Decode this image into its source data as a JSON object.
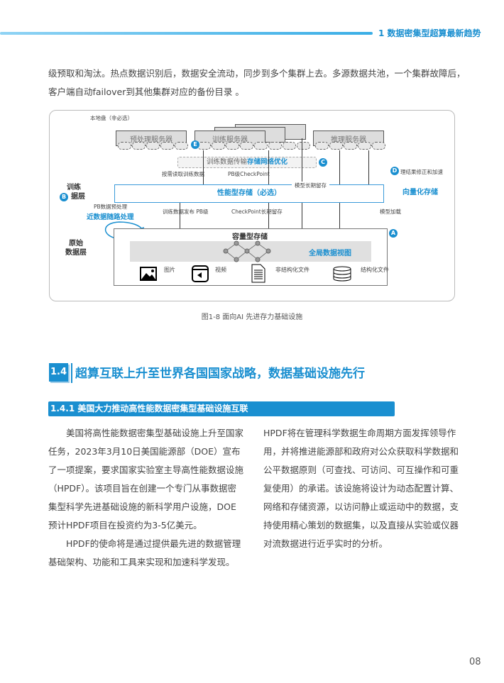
{
  "header": {
    "title": "1 数据密集型超算最新趋势"
  },
  "intro": [
    "级预取和淘汰。热点数据识别后，数据安全流动，同步到多个集群上去。多源数据共池，一个集群故障后，",
    "客户端自动failover到其他集群对应的备份目录 。"
  ],
  "figure": {
    "local_disk": "本地盘（非必选）",
    "preprocess_server": "预处理服务器",
    "training_server": "训练服务器",
    "inference_server": "推理服务器",
    "network_opt_a": "训练数据传输",
    "network_opt_b": "存储网络优化",
    "read_on_demand": "按需读取训练数据",
    "pb_checkpoint": "PB级CheckPoint",
    "inference_fix": "理结果修正和加速",
    "model_retention": "模型长期留存",
    "perf_storage": "性能型存储（必选）",
    "vector_storage": "向量化存储",
    "training_layer": [
      "训练",
      "据层"
    ],
    "pb_preprocess": "PB数据预处理",
    "near_data": "近数据随路处理",
    "train_publish": "训练数据发布 PB级",
    "checkpoint_retention": "CheckPoint长期留存",
    "model_load": "模型加载",
    "raw_layer": [
      "原始",
      "数据层"
    ],
    "capacity_storage": "容量型存储",
    "global_view": "全局数据视图",
    "types": [
      "图片",
      "视频",
      "非结构化文件",
      "结构化文件"
    ],
    "badges": [
      "A",
      "B",
      "C",
      "D",
      "E"
    ],
    "caption": "图1-8 面向AI 先进存力基础设施"
  },
  "section": {
    "number": "1.4",
    "title": "超算互联上升至世界各国国家战略，数据基础设施先行"
  },
  "subsection": {
    "title": "1.4.1 美国大力推动高性能数据密集型基础设施互联"
  },
  "left_col": [
    "　　美国将高性能数据密集型基础设施上升至国家",
    "任务，2023年3月10日美国能源部（DOE）宣布",
    "了一项提案，要求国家实验室主导高性能数据设施",
    "（HPDF）。该项目旨在创建一个专门从事数据密",
    "集型科学先进基础设施的新科学用户设施，DOE",
    "预计HPDF项目在投资约为3-5亿美元。",
    "　　HPDF的使命将是通过提供最先进的数据管理",
    "基础架构、功能和工具来实现和加速科学发现。"
  ],
  "right_col": [
    "HPDF将在管理科学数据生命周期方面发挥领导作",
    "用，并将推进能源部和政府对公众获取科学数据和",
    "公平数据原则（可查找、可访问、可互操作和可重",
    "复使用）的承诺。该设施将设计为动态配置计算、",
    "网络和存储资源，以访问静止或运动中的数据，支",
    "持使用精心策划的数据集，以及直接从实验或仪器",
    "对流数据进行近乎实时的分析。"
  ],
  "page_number": "08",
  "colors": {
    "accent": "#1a8fd0"
  }
}
